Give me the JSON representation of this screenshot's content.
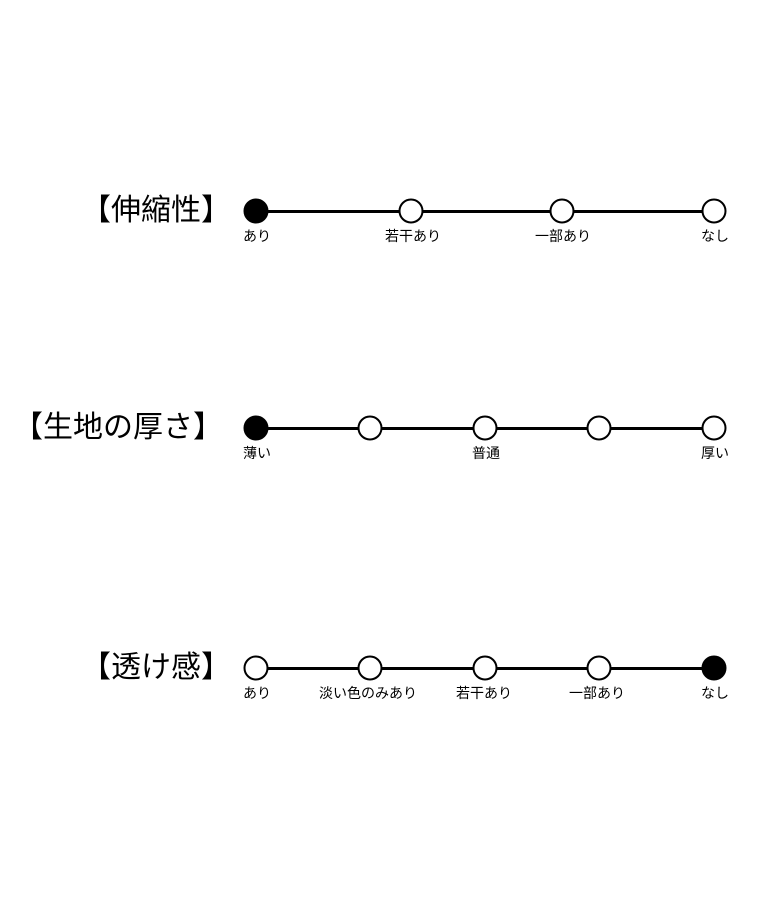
{
  "scales": [
    {
      "title": "【伸縮性】",
      "points": 4,
      "selected_index": 0,
      "labels": [
        "あり",
        "若干あり",
        "一部あり",
        "なし"
      ]
    },
    {
      "title": "【生地の厚さ】",
      "points": 5,
      "selected_index": 0,
      "labels": [
        "薄い",
        "",
        "普通",
        "",
        "厚い"
      ]
    },
    {
      "title": "【透け感】",
      "points": 5,
      "selected_index": 4,
      "labels": [
        "あり",
        "淡い色のみあり",
        "若干あり",
        "一部あり",
        "なし"
      ]
    }
  ]
}
